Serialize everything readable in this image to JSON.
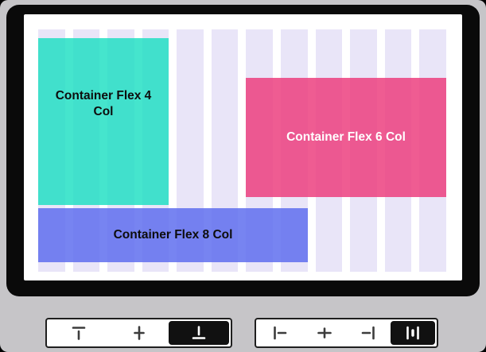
{
  "colors": {
    "page-bg": "#c6c5c8",
    "frame": "#0a0a0a",
    "canvas-bg": "#ffffff",
    "stripe": "#e9e5f8",
    "teal-box": "rgba(23,223,192,0.8)",
    "pink-box": "rgba(236,63,127,0.85)",
    "blue-box": "rgba(95,111,238,0.85)",
    "toolbar-border": "#1f1f1f",
    "selected-bg": "#111111",
    "icon": "#3c3c3c",
    "icon-selected": "#ffffff"
  },
  "canvas": {
    "columns": 12,
    "boxes": [
      {
        "label": "Container Flex 4 Col",
        "span": 4
      },
      {
        "label": "Container Flex 6 Col",
        "span": 6
      },
      {
        "label": "Container Flex 8 Col",
        "span": 8
      }
    ]
  },
  "toolbars": {
    "vertical_align": {
      "buttons": [
        {
          "name": "align-top",
          "selected": false
        },
        {
          "name": "align-center-vertical",
          "selected": false
        },
        {
          "name": "align-bottom",
          "selected": true
        }
      ]
    },
    "horizontal_align": {
      "buttons": [
        {
          "name": "align-left",
          "selected": false
        },
        {
          "name": "align-center-horizontal",
          "selected": false
        },
        {
          "name": "align-right",
          "selected": false
        },
        {
          "name": "space-between",
          "selected": true
        }
      ]
    }
  }
}
